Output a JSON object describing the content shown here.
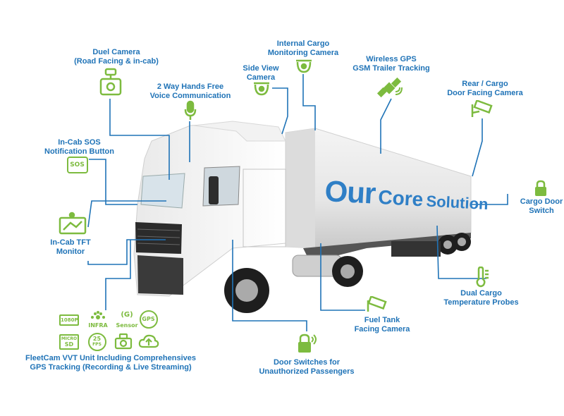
{
  "brand": {
    "word1": "Our",
    "word2": "Core",
    "word3": "Solution"
  },
  "labels": {
    "dual_camera": [
      "Duel Camera",
      "(Road Facing & in-cab)"
    ],
    "voice": [
      "2 Way Hands Free",
      "Voice Communication"
    ],
    "side_view": [
      "Side View",
      "Camera"
    ],
    "internal_cargo": [
      "Internal Cargo",
      "Monitoring Camera"
    ],
    "wireless_gps": [
      "Wireless GPS",
      "GSM Trailer Tracking"
    ],
    "rear_cargo": [
      "Rear / Cargo",
      "Door Facing Camera"
    ],
    "sos": [
      "In-Cab SOS",
      "Notification Button"
    ],
    "cargo_door": [
      "Cargo Door",
      "Switch"
    ],
    "tft": [
      "In-Cab TFT",
      "Monitor"
    ],
    "temp": [
      "Dual Cargo",
      "Temperature Probes"
    ],
    "fuel": [
      "Fuel Tank",
      "Facing Camera"
    ],
    "door_switches": [
      "Door Switches for",
      "Unauthorized Passengers"
    ],
    "fleetcam": [
      "FleetCam VVT Unit Including Comprehensives",
      "GPS Tracking (Recording & Live Streaming)"
    ]
  },
  "badges": {
    "b1080": "1080P",
    "infra": "INFRA",
    "sensor": "Sensor",
    "g": "(G)",
    "gps": "GPS",
    "micro": "MICRO",
    "sd": "SD",
    "fps25": "25",
    "fps": "FPS",
    "sos": "SOS"
  },
  "colors": {
    "label_blue": "#1f73b7",
    "line_blue": "#1f73b7",
    "icon_green": "#7dbb3f",
    "brand_blue": "#2f7fc6"
  }
}
